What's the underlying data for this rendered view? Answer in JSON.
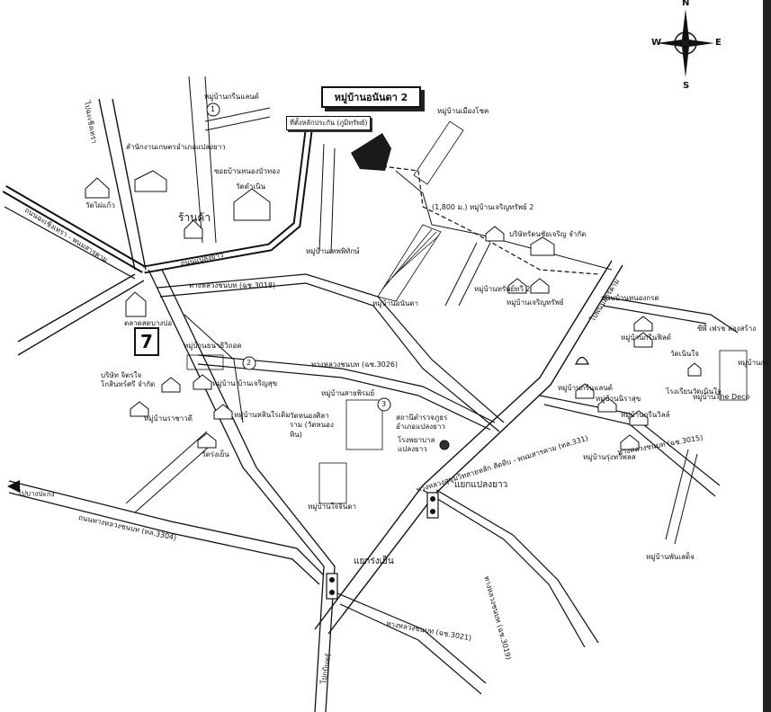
{
  "title": "หมู่บ้านอนันดา 2",
  "project_location": "ที่ตั้งหลักประกัน (ภูมิทรัพย์)",
  "compass": {
    "north": "N",
    "south": "S",
    "east": "E",
    "west": "W"
  },
  "shop_label": "ร้านค้า",
  "seven_eleven": "7",
  "distance_label": "(1,800 ม.)",
  "numbers": [
    "1",
    "2",
    "3"
  ],
  "labels": {
    "mb_green_land": "หมู่บ้านกรีนแลนด์",
    "agri_office": "สำนักงานเกษตรอำเภอแปลงยาว",
    "wat_phai_kaew": "วัดไผ่แก้ว",
    "soi_nong_bua": "ซอยบ้านหนองบัวทอง",
    "wat_dam_noen": "วัดดำเนิน",
    "mb_muang_chok": "หมู่บ้านเมืองโชค",
    "mb_charoensap2": "หมู่บ้านเจริญทรัพย์ 2",
    "company_chaicharoen": "บริษัทรัตนชัยเจริญ จำกัด",
    "mb_thep_phithak": "หมู่บ้านเทพพิทักษ์",
    "mb_anantha": "หมู่บ้านอนันดา",
    "mb_sap_thawee2": "หมู่บ้านทรัพย์ทวี 2",
    "mb_charoensap": "หมู่บ้านเจริญทรัพย์",
    "market_bang_bo": "ตลาดสดบางบ่อ",
    "mb_banthisit": "หมู่บ้านธนาธิวิถอด",
    "company_chaiyo": "บริษัท จิตรใจ โกสินทร์ศรี จำกัด",
    "mb_ban_charoensuk": "หมู่บ้าน บ้านเจริญสุข",
    "mb_ratchawadee": "หมู่บ้านราชาวดี",
    "mb_sai_phirom": "หมู่บ้านสายพิรมย์",
    "mb_ruenrom": "หมู่บ้านหลินใรเดิม",
    "wat_nong_sira": "วัดหนองศิลาราม (วัดหนองหิน)",
    "police_station": "สถานีตำรวจภูธรอำเภอแปลงยาว",
    "hospital": "โรงพยาบาลแปลงยาว",
    "wat_rung_yen": "วัดร่งเย็น",
    "mb_chaichinda": "หมู่บ้านใจจินดา",
    "intersection_plaeng_yao": "แยกแปลงยาว",
    "intersection_rung_yen": "แยกร่งเย็น",
    "road_3018": "ทางหลวงชนบท (ฉช.3018)",
    "road_3026": "ทางหลวงชนบท (ฉช.3026)",
    "road_3304": "ถนนทางหลวงชนบท (ทล.3304)",
    "road_331": "ทางหลวงสุขุมวิทสายหลัก สัตหีบ - พนมสารคาม (ทล.331)",
    "road_3015": "ทางหลวงชนบท (ฉช.3015)",
    "road_3019": "ทางหลวงชนบท (ฉช.3019)",
    "road_3021": "ทางหลวงชนบท (ฉช.3021)",
    "road_nong_kok": "ถนนบ้านหนองกรด",
    "road_chachoengsao": "ถนนฉะเชิงเทรา - พนมสารคาม",
    "road_plaeng_yao_3": "ถนนแปลงยาว",
    "to_phanom": "ไปพนมสารคาม",
    "to_bang_pakong": "ไปบางปะกง",
    "to_chachoengsao": "ไปฉะเชิงเทรา",
    "to_krabin": "ไปกบินทร์",
    "mb_green_field": "หมู่บ้านกรีนฟิลด์",
    "wat_noen_jai": "วัดเนินใจ",
    "school": "โรงเรียนวัดเนินใจ",
    "mb_the_deco": "หมู่บ้านThe Deco",
    "cp_cheer": "ซีพี เฟรช ล่องสร้าง",
    "mb_green_land2": "หมู่บ้านกรีนแลนด์",
    "mb_nirasuk": "หมู่บ้านนิราสุข",
    "mb_green_ville": "หมู่บ้านกรีนวิลล์",
    "mb_ruetwee": "หมู่บ้านรุ่งทวีพลส",
    "mb_phan_sadet": "หมู่บ้านพันเสด็จ",
    "mb_gr": "หมู่บ้านกร"
  }
}
